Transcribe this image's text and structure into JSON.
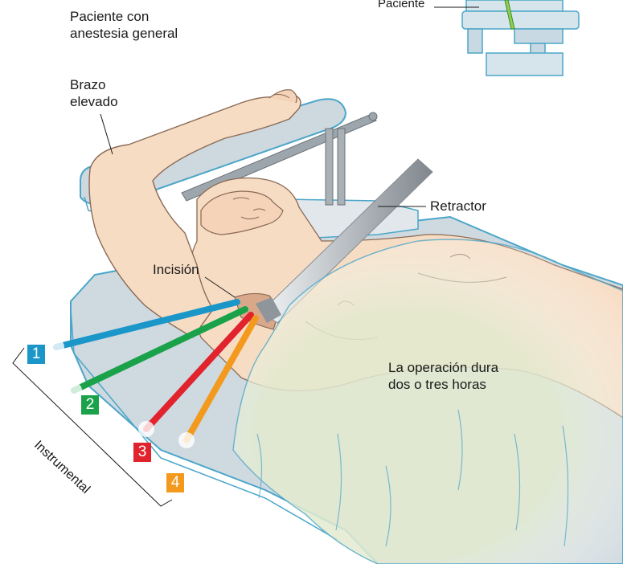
{
  "labels": {
    "patient_under_anesthesia": [
      "Paciente con",
      "anestesia general"
    ],
    "raised_arm": [
      "Brazo",
      "elevado"
    ],
    "inset_patient": "Paciente",
    "retractor": "Retractor",
    "incision": "Incisión",
    "duration": [
      "La operación dura",
      "dos o tres horas"
    ],
    "instruments": "Instrumental"
  },
  "instruments": [
    {
      "number": "1",
      "color": "#1a96c8"
    },
    {
      "number": "2",
      "color": "#1aa24a"
    },
    {
      "number": "3",
      "color": "#e0232d"
    },
    {
      "number": "4",
      "color": "#f39a1e"
    }
  ],
  "colors": {
    "skin": "#f7dcc4",
    "skin_outline": "#8a6a55",
    "table": "#c9d6df",
    "table_outline": "#4aa6c8",
    "drape": "#e7ecd2",
    "retractor": "#a7adb3"
  }
}
